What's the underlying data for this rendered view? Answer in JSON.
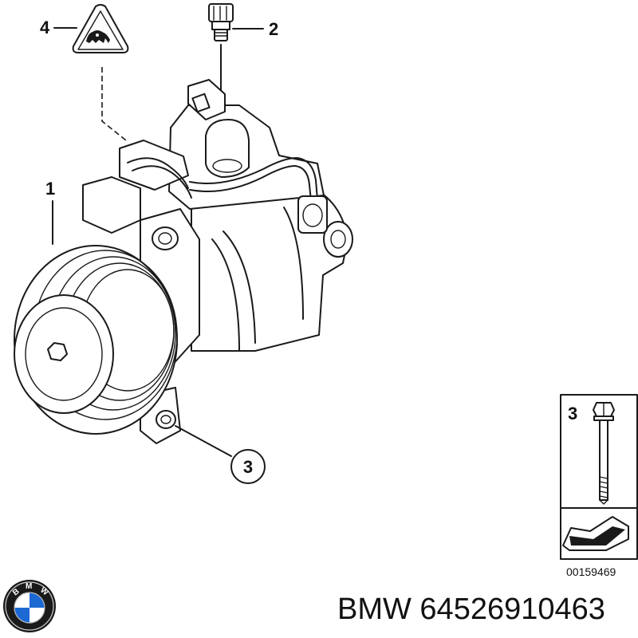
{
  "callouts": {
    "compressor": "1",
    "fitting": "2",
    "bolt_marker": "3",
    "warning_label": "4",
    "bolt_inset": "3"
  },
  "reference_number": "00159469",
  "brand_line": {
    "brand": "BMW",
    "part_number": "64526910463",
    "text": "BMW 64526910463"
  },
  "logo": {
    "letters": "BMW",
    "colors": {
      "blue": "#1c69d4",
      "white": "#ffffff",
      "ring": "#1a1a1a"
    }
  }
}
